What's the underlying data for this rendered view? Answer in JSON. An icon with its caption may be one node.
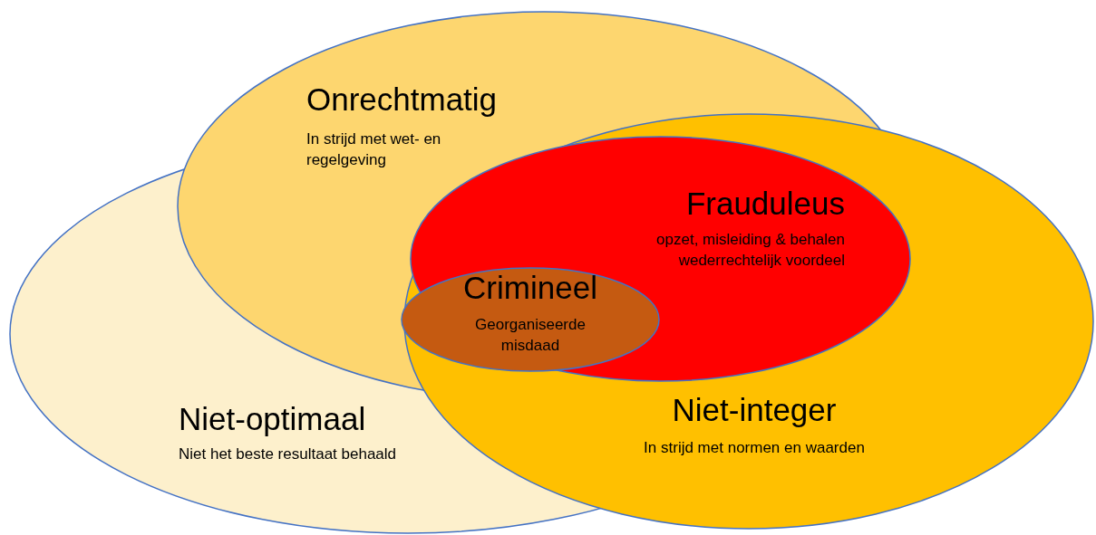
{
  "diagram": {
    "nodes": [
      {
        "text": [
          "Onrechtmatig",
          "In strijd met wet- en regelgeving"
        ]
      },
      {
        "text": [
          "Frauduleus",
          "opzet, misleiding & behalen wederrechtelijk voordeel"
        ]
      },
      {
        "text": [
          "Crimineel",
          "Georganiseerde misdaad"
        ]
      },
      {
        "text": [
          "Niet-optimaal",
          "Niet het beste resultaat behaald"
        ]
      },
      {
        "text": [
          "Niet-integer",
          "In strijd met normen en waarden"
        ]
      }
    ]
  }
}
